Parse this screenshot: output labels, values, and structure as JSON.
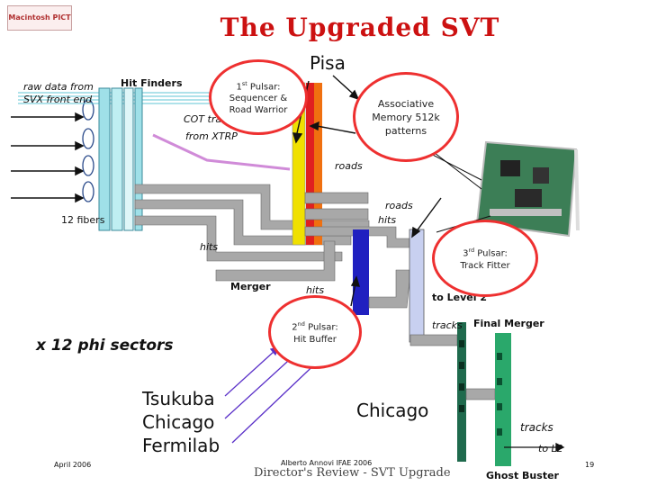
{
  "header": {
    "logo_text": "Macintosh PICT",
    "title": "The Upgraded SVT"
  },
  "labels": {
    "raw_data_line1": "raw data from",
    "raw_data_line2": "SVX front end",
    "hit_finders": "Hit Finders",
    "cot_line1": "COT tracks",
    "cot_line2": "from XTRP",
    "roads": "roads",
    "roads_hits_line1": "roads",
    "roads_hits_line2": "hits",
    "fibers": "12 fibers",
    "hits_left": "hits",
    "merger": "Merger",
    "hits_bottom": "hits",
    "to_level2": "to Level 2",
    "tracks": "tracks",
    "final_merger": "Final Merger",
    "phi_sectors": "x 12 phi sectors",
    "tracks_ghost": "tracks",
    "to_l2": "to L2",
    "ghost_buster": "Ghost Buster"
  },
  "bubbles": {
    "sequencer_ord": "1",
    "sequencer_sup": "st",
    "sequencer_rest": " Pulsar:\nSequencer &\nRoad Warrior",
    "associative": "Associative\nMemory 512k\npatterns",
    "fitter_ord": "3",
    "fitter_sup": "rd",
    "fitter_rest": " Pulsar:\nTrack Fitter",
    "buffer_ord": "2",
    "buffer_sup": "nd",
    "buffer_rest": " Pulsar:\nHit Buffer"
  },
  "institutions": {
    "pisa": "Pisa",
    "left_group": "Tsukuba\nChicago\nFermilab",
    "chicago": "Chicago"
  },
  "footer": {
    "date": "April 2006",
    "author": "Alberto Annovi  IFAE 2006",
    "review": "Director's Review - SVT Upgrade",
    "page": "19"
  },
  "colors": {
    "bubble_border": "#ee3030",
    "title": "#cc1111",
    "bar_yellow": "#f0e000",
    "bar_red": "#e02020",
    "bar_orange": "#f07010",
    "bar_blue": "#2020c0",
    "bar_lightblue": "#c8d0f0",
    "bar_teal": "#1f6a4d",
    "bar_green": "#2aa86b",
    "cable_gray": "#9a9a9a"
  }
}
